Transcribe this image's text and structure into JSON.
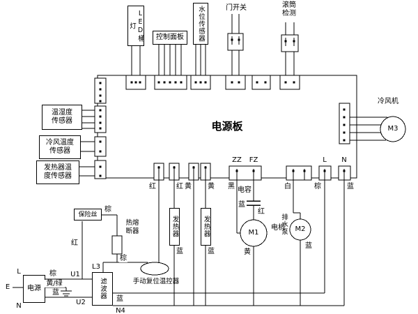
{
  "board": {
    "title": "电源板"
  },
  "top": {
    "led_light": "LED桶灯",
    "control_panel": "控制面板",
    "water_level_sensor": "水位传感器",
    "door_switch": "门开关",
    "drum_detection": "滚筒检测"
  },
  "left": {
    "temp_humidity_sensor": "温湿度传感器",
    "cold_air_temp_sensor": "冷风温度传感器",
    "heater_temp_sensor": "发热器温度传感器"
  },
  "right": {
    "cold_air_fan": "冷风机",
    "m3": "M3"
  },
  "bottom": {
    "heater1": "发热器",
    "heater2": "发热器",
    "capacitor": "电容",
    "m1": "M1",
    "motor": "电机",
    "drain_pump": "排水泵",
    "m2": "M2",
    "fuse": "保险丝",
    "thermal_fuse": "热熔断器",
    "manual_thermostat": "手动复位温控器",
    "filter": "滤波器",
    "power_source": "电源"
  },
  "terminals": {
    "zz": "ZZ",
    "fz": "FZ",
    "board_l": "L",
    "board_n": "N",
    "l3": "L3",
    "u1": "U1",
    "u2": "U2",
    "n4": "N4",
    "power_l": "L",
    "power_e": "E",
    "power_n": "N"
  },
  "wires": {
    "red_thermostat": "红",
    "red_heater1": "红",
    "yellow_feed": "黄",
    "yellow_heater2": "黄",
    "black_zz": "黑",
    "blue_capacitor": "蓝",
    "red_capacitor": "红",
    "white_pump": "白",
    "brown_l": "棕",
    "blue_n": "蓝",
    "blue_heater1": "蓝",
    "blue_heater2": "蓝",
    "yellow_m1": "黄",
    "blue_m2": "蓝",
    "brown_fuse": "棕",
    "red_fuse": "红",
    "brown_thermal": "棕",
    "brown_power": "棕",
    "yellow_green_power": "黄/绿",
    "blue_power": "蓝",
    "blue_filter": "蓝"
  },
  "colors": {
    "line": "#000000",
    "background": "#ffffff"
  }
}
